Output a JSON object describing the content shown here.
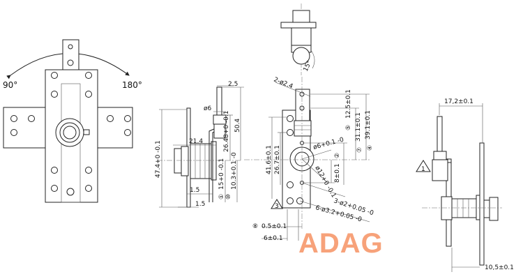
{
  "title_block": {
    "logo": "ADAG"
  },
  "rotation_view": {
    "angle_left": "90°",
    "angle_right": "180°"
  },
  "top_view": {
    "angle": "15°"
  },
  "side_view": {
    "dims": [
      "2.5",
      "ø6",
      "50.4",
      "26.48+0 -0.1",
      "21.4",
      "47.4+0 -0.1",
      "15+0 -0.1",
      "10.3+0.1 -0",
      "1.5",
      "1.5"
    ],
    "markers": [
      "①",
      "⑩"
    ]
  },
  "front_view": {
    "dims": [
      "2-ø2.4",
      "39.1±0.1",
      "31.1±0.1",
      "12.5±0.1",
      "41.6±0.1",
      "26.7±0.1",
      "ø6+0.1 -0",
      "ø12+0 -0.1",
      "8±0.1",
      "3-ø2+0.05 -0",
      "6-ø3.2+0.05 -0",
      "0.5±0.1",
      "6±0.1"
    ],
    "markers": [
      "④",
      "⑦",
      "⑤",
      "②",
      "⑧"
    ],
    "warning": "3"
  },
  "end_view": {
    "dims": [
      "17,2±0.1",
      "10,5±0.1"
    ],
    "warning": "1"
  }
}
